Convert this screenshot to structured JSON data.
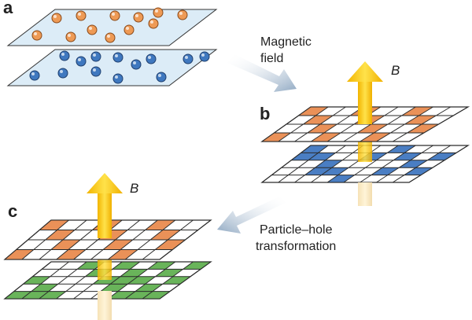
{
  "panels": {
    "a": {
      "letter": "a",
      "colors": [
        "#ee9a55",
        "#3f78bf"
      ]
    },
    "b": {
      "letter": "b",
      "colors": [
        "#e8884a",
        "#3b73be"
      ]
    },
    "c": {
      "letter": "c",
      "colors": [
        "#e8884a",
        "#5cae4c"
      ]
    }
  },
  "arrows": {
    "magnetic": {
      "line1": "Magnetic",
      "line2": "field"
    },
    "transform": {
      "line1": "Particle–hole",
      "line2": "transformation"
    }
  },
  "field_symbol": "B",
  "colors": {
    "grid_line": "#2a2a2a",
    "plate_fill": "#dcecf7",
    "arrow_yellow": "#ffd31a",
    "beam_base": "#ffe49a",
    "process_arrow": "#9fb6cd"
  }
}
